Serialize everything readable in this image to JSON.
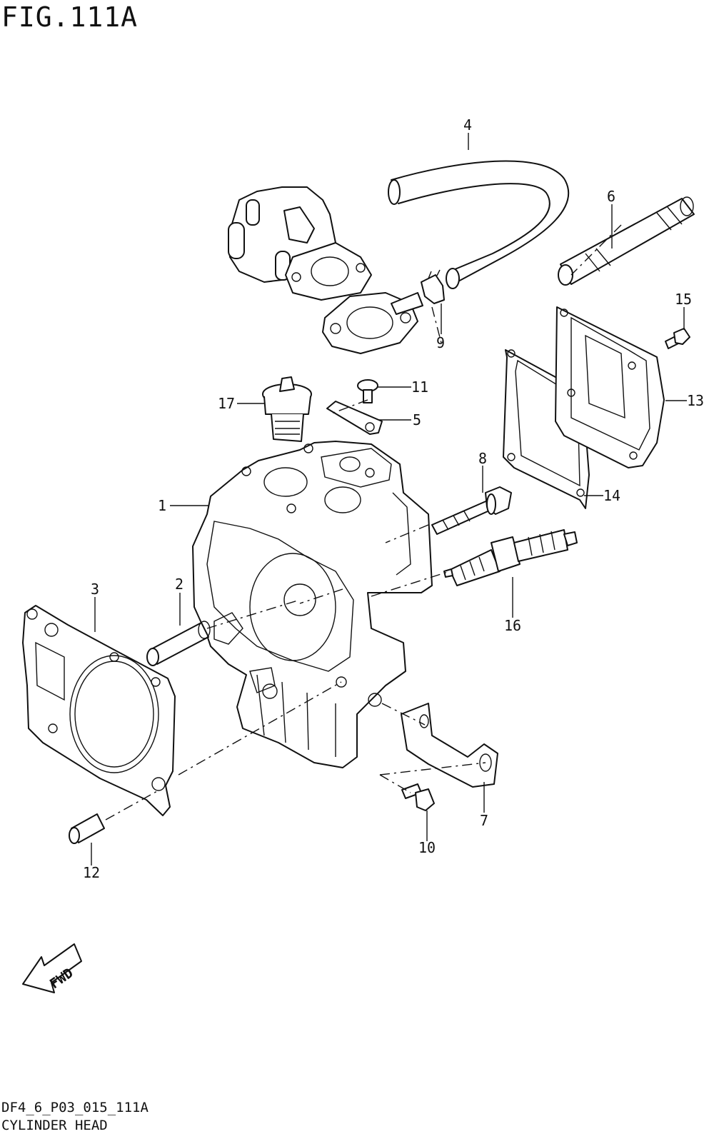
{
  "figure": {
    "title": "FIG.111A",
    "code": "DF4_6_P03_015_111A",
    "name": "CYLINDER HEAD"
  },
  "callouts": [
    "1",
    "2",
    "3",
    "4",
    "5",
    "6",
    "7",
    "8",
    "9",
    "10",
    "11",
    "12",
    "13",
    "14",
    "15",
    "16",
    "17"
  ],
  "fwd_label": "FWD"
}
